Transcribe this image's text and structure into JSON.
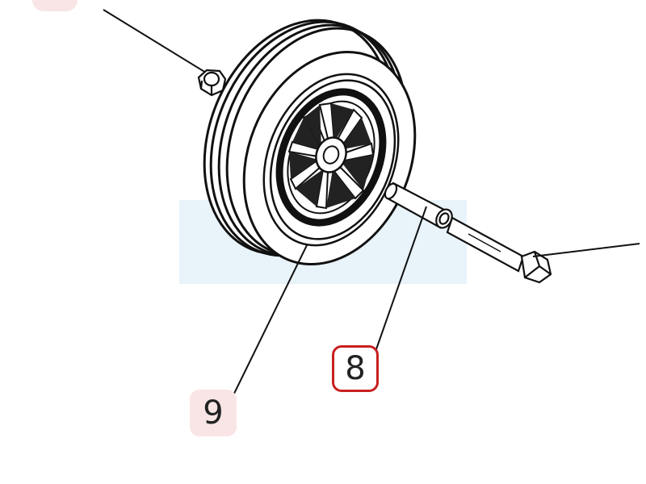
{
  "diagram": {
    "callouts": [
      {
        "id": "9",
        "label": "9",
        "state": "default",
        "highlight_color": "#f9e5e5"
      },
      {
        "id": "8",
        "label": "8",
        "state": "selected",
        "highlight_color": "#c8201f"
      }
    ],
    "highlight_band_color": "#e8f3fa",
    "line_color": "#111111",
    "parts": [
      "wheel-tire",
      "wheel-hub",
      "lock-nut",
      "axle-spacer-sleeve",
      "axle-bolt"
    ]
  }
}
